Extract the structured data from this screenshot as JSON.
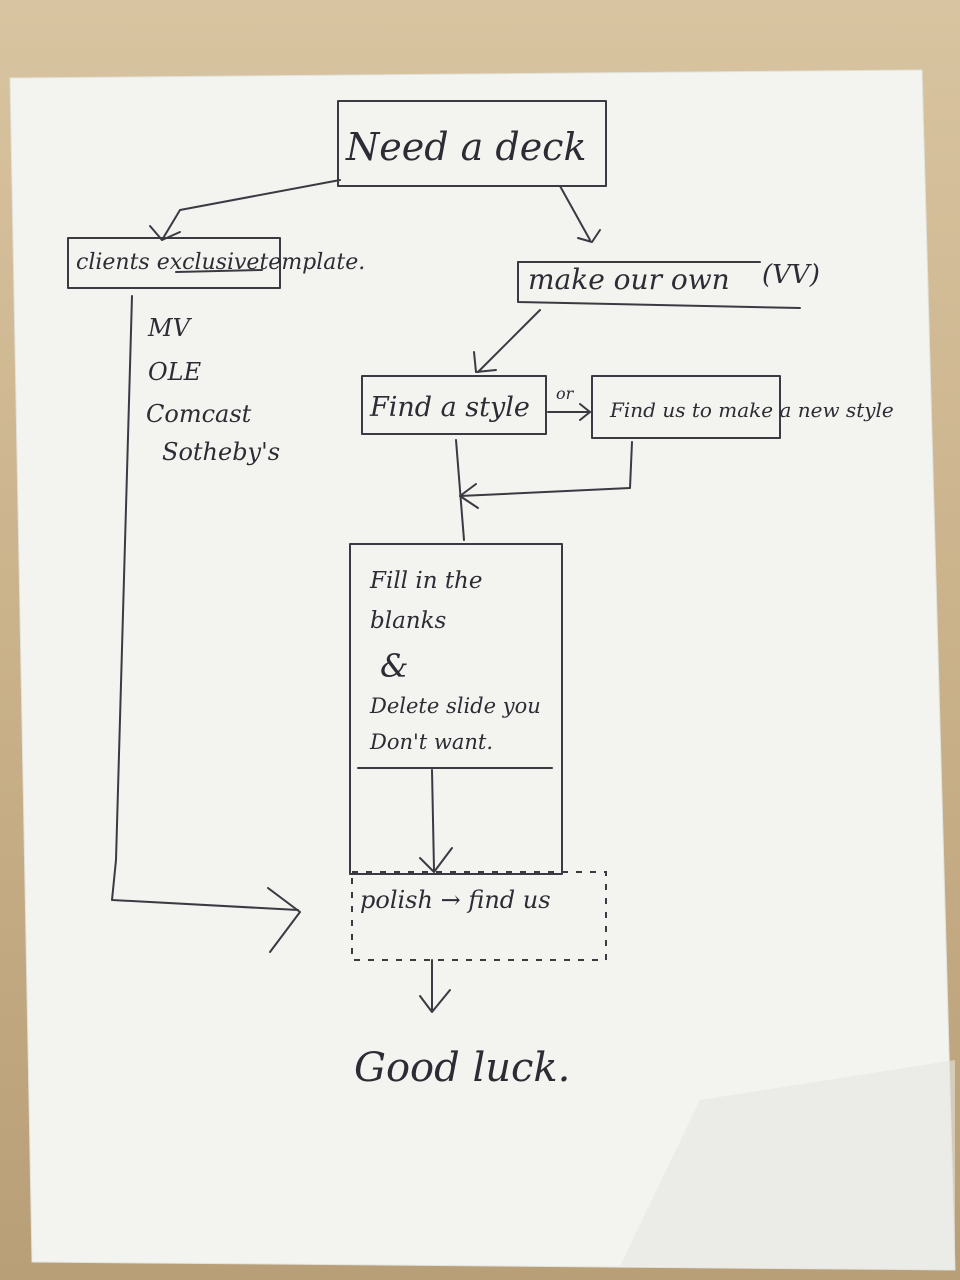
{
  "nodes": {
    "need_deck": "Need a deck",
    "clients_template_prefix": "clients ",
    "clients_template_struck": "exclusive",
    "clients_template_suffix": "template.",
    "make_own": "make our own",
    "make_own_note": "(VV)",
    "find_style": "Find a style",
    "or_label": "or",
    "find_us_style": "Find us to make a new style",
    "fill_line1": "Fill in the",
    "fill_line2": "blanks",
    "fill_line3": "&",
    "fill_line4": "Delete slide you",
    "fill_line5": "Don't want.",
    "polish": "polish → find us",
    "good_luck": "Good luck."
  },
  "client_list": [
    "MV",
    "OLE",
    "Comcast",
    "Sotheby's"
  ]
}
